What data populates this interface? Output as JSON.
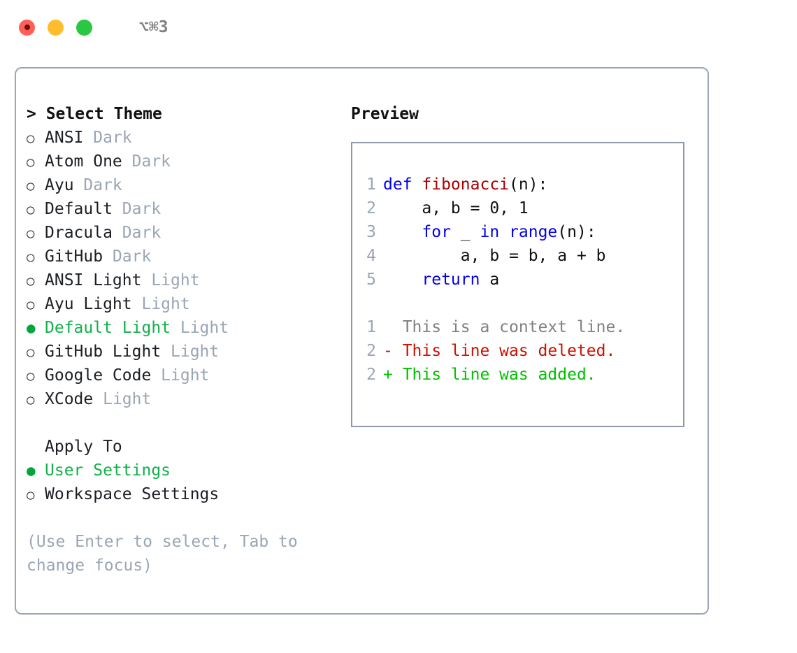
{
  "titlebar": {
    "lights": [
      {
        "name": "close-button",
        "color": "#ff5f57",
        "active": true
      },
      {
        "name": "minimize-button",
        "color": "#ffbd2e",
        "active": false
      },
      {
        "name": "maximize-button",
        "color": "#28c840",
        "active": false
      }
    ],
    "shortcut": "⌥⌘3"
  },
  "theme_list": {
    "header": "> Select Theme",
    "items": [
      {
        "marker": "○",
        "label": "ANSI",
        "tag": "Dark",
        "selected": false
      },
      {
        "marker": "○",
        "label": "Atom One",
        "tag": "Dark",
        "selected": false
      },
      {
        "marker": "○",
        "label": "Ayu",
        "tag": "Dark",
        "selected": false
      },
      {
        "marker": "○",
        "label": "Default",
        "tag": "Dark",
        "selected": false
      },
      {
        "marker": "○",
        "label": "Dracula",
        "tag": "Dark",
        "selected": false
      },
      {
        "marker": "○",
        "label": "GitHub",
        "tag": "Dark",
        "selected": false
      },
      {
        "marker": "○",
        "label": "ANSI Light",
        "tag": "Light",
        "selected": false
      },
      {
        "marker": "○",
        "label": "Ayu Light",
        "tag": "Light",
        "selected": false
      },
      {
        "marker": "●",
        "label": "Default Light",
        "tag": "Light",
        "selected": true
      },
      {
        "marker": "○",
        "label": "GitHub Light",
        "tag": "Light",
        "selected": false
      },
      {
        "marker": "○",
        "label": "Google Code",
        "tag": "Light",
        "selected": false
      },
      {
        "marker": "○",
        "label": "XCode",
        "tag": "Light",
        "selected": false
      }
    ]
  },
  "apply_to": {
    "header": "Apply To",
    "items": [
      {
        "marker": "●",
        "label": "User Settings",
        "selected": true
      },
      {
        "marker": "○",
        "label": "Workspace Settings",
        "selected": false
      }
    ]
  },
  "hint": "(Use Enter to select, Tab to change focus)",
  "preview": {
    "title": "Preview",
    "code_lines": [
      {
        "lineno": "1",
        "tokens": [
          {
            "text": "def ",
            "kind": "kw"
          },
          {
            "text": "fibonacci",
            "kind": "fn"
          },
          {
            "text": "(n):",
            "kind": "plain"
          }
        ]
      },
      {
        "lineno": "2",
        "tokens": [
          {
            "text": "    a, b = 0, 1",
            "kind": "plain"
          }
        ]
      },
      {
        "lineno": "3",
        "tokens": [
          {
            "text": "    ",
            "kind": "plain"
          },
          {
            "text": "for",
            "kind": "kw"
          },
          {
            "text": " _ ",
            "kind": "plain"
          },
          {
            "text": "in",
            "kind": "kw"
          },
          {
            "text": " ",
            "kind": "plain"
          },
          {
            "text": "range",
            "kind": "kw"
          },
          {
            "text": "(n):",
            "kind": "plain"
          }
        ]
      },
      {
        "lineno": "4",
        "tokens": [
          {
            "text": "        a, b = b, a + b",
            "kind": "plain"
          }
        ]
      },
      {
        "lineno": "5",
        "tokens": [
          {
            "text": "    ",
            "kind": "plain"
          },
          {
            "text": "return",
            "kind": "kw"
          },
          {
            "text": " a",
            "kind": "plain"
          }
        ]
      }
    ],
    "diff_lines": [
      {
        "lineno": "1",
        "text": "  This is a context line.",
        "kind": "ctx"
      },
      {
        "lineno": "2",
        "text": "- This line was deleted.",
        "kind": "del"
      },
      {
        "lineno": "2",
        "text": "+ This line was added.",
        "kind": "add"
      }
    ]
  },
  "colors": {
    "accent_green": "#11b14a",
    "selected_marker": "#00a63a",
    "muted": "#9aa5b5",
    "keyword": "#0000ee",
    "function": "#aa0000",
    "diff_delete": "#cc1100",
    "diff_add": "#00c000",
    "diff_context": "#808080",
    "border": "#9aa5b5"
  }
}
